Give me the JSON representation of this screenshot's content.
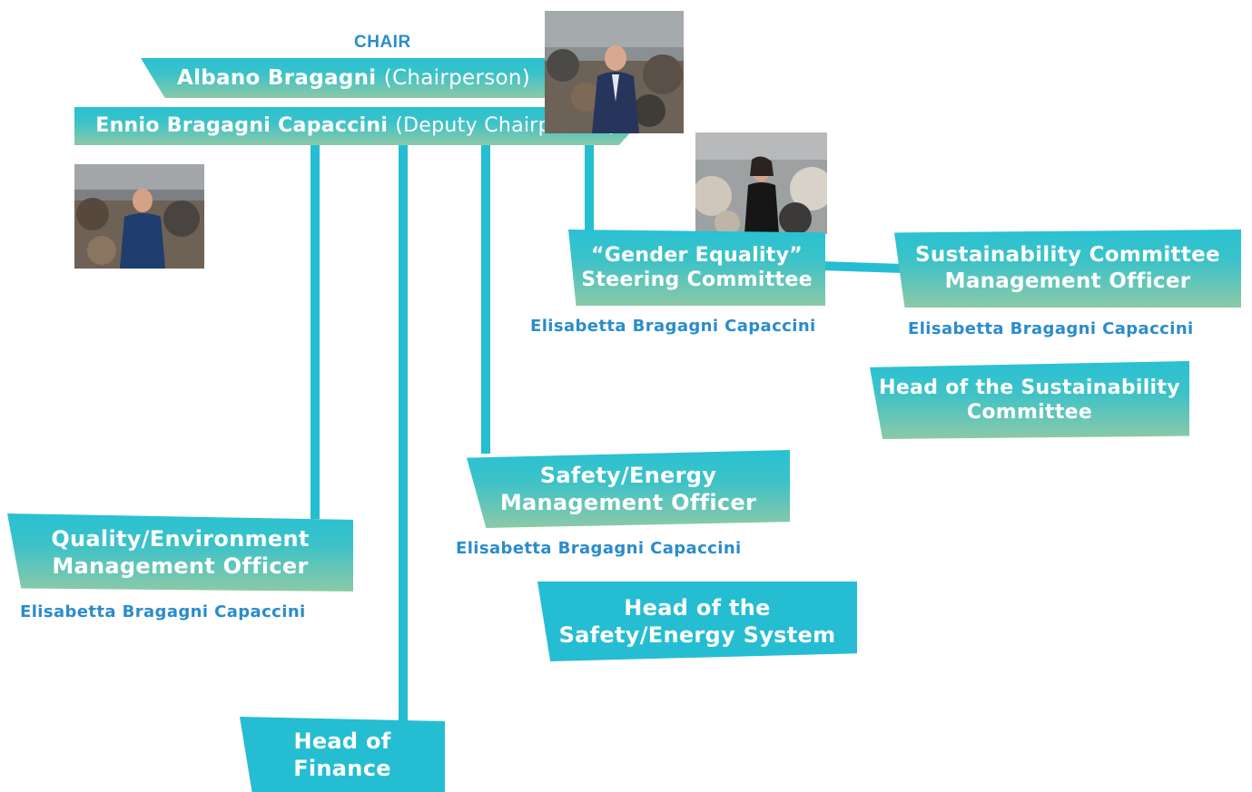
{
  "chair": {
    "label": "CHAIR",
    "chairperson_name": "Albano Bragagni",
    "chairperson_role": "(Chairperson)",
    "deputy_name": "Ennio Bragagni Capaccini",
    "deputy_role": "(Deputy Chairperson)"
  },
  "roles": {
    "gender_equality": {
      "line1": "“Gender Equality”",
      "line2": "Steering Committee",
      "person": "Elisabetta Bragagni Capaccini"
    },
    "sustainability_officer": {
      "line1": "Sustainability Committee",
      "line2": "Management Officer",
      "person": "Elisabetta Bragagni Capaccini"
    },
    "head_sustainability": {
      "line1": "Head of the Sustainability",
      "line2": "Committee"
    },
    "safety_officer": {
      "line1": "Safety/Energy",
      "line2": "Management Officer",
      "person": "Elisabetta Bragagni Capaccini"
    },
    "head_safety": {
      "line1": "Head of the",
      "line2": "Safety/Energy System"
    },
    "quality_officer": {
      "line1": "Quality/Environment",
      "line2": "Management Officer",
      "person": "Elisabetta Bragagni Capaccini"
    },
    "head_finance": {
      "line1": "Head of",
      "line2": "Finance"
    }
  },
  "colors": {
    "connector": "#25bdd1",
    "box_top": "#29c1d3",
    "box_bottom": "#8cc9a7",
    "name_text": "#2a8ccc"
  }
}
